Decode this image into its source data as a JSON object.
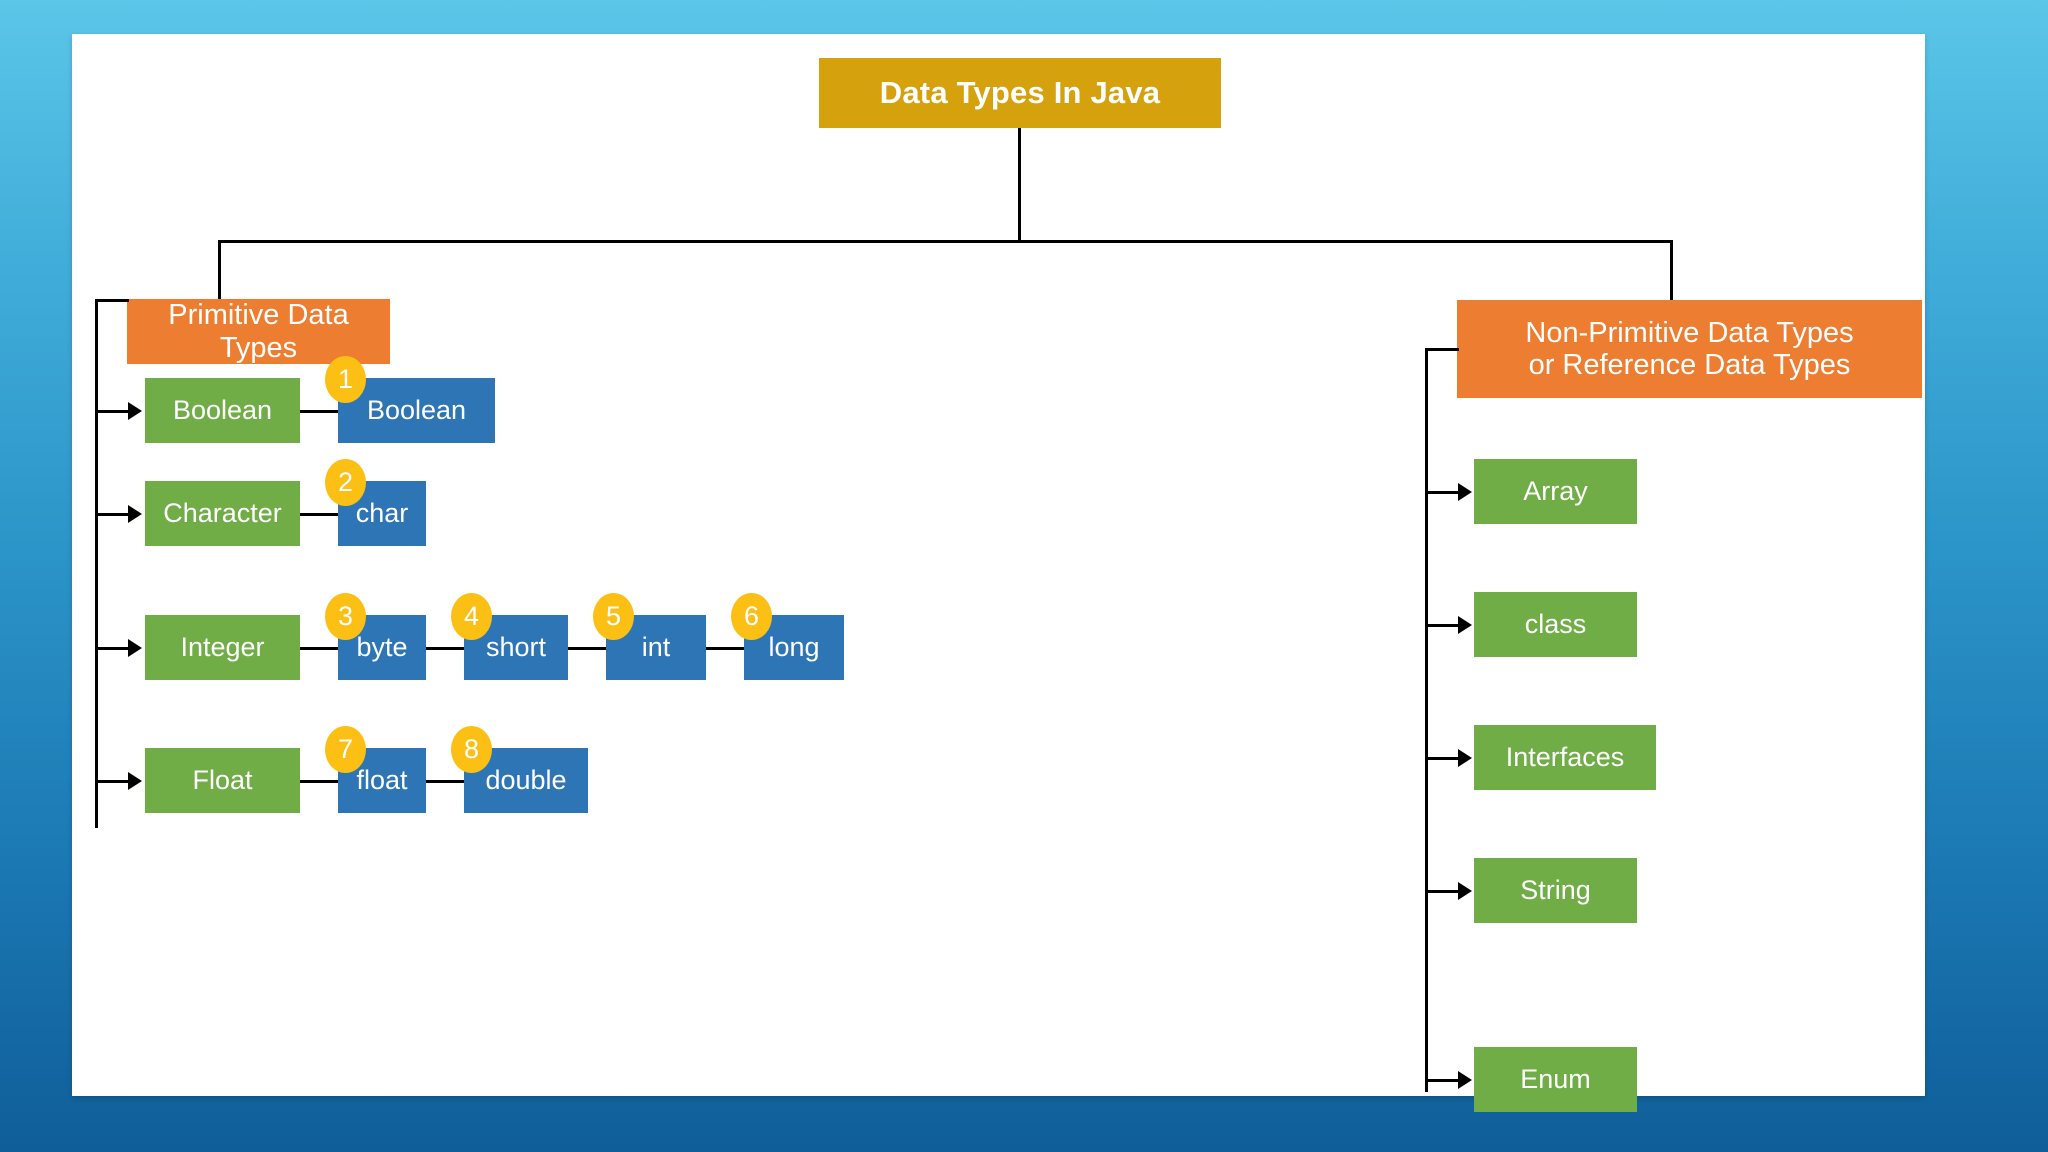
{
  "theme": {
    "background_top": "#5BC6E8",
    "background_bottom": "#0F5E99",
    "card": "#FFFFFF",
    "title_color": "#D5A10C",
    "category_color": "#ED7D31",
    "green": "#70AD47",
    "blue": "#2E75B6",
    "badge": "#FCBF13",
    "line": "#000000"
  },
  "diagram": {
    "title": "Data Types In Java",
    "primitive": {
      "heading": "Primitive Data Types",
      "groups": [
        {
          "name": "Boolean",
          "types": [
            {
              "label": "Boolean",
              "number": "1"
            }
          ]
        },
        {
          "name": "Character",
          "types": [
            {
              "label": "char",
              "number": "2"
            }
          ]
        },
        {
          "name": "Integer",
          "types": [
            {
              "label": "byte",
              "number": "3"
            },
            {
              "label": "short",
              "number": "4"
            },
            {
              "label": "int",
              "number": "5"
            },
            {
              "label": "long",
              "number": "6"
            }
          ]
        },
        {
          "name": "Float",
          "types": [
            {
              "label": "float",
              "number": "7"
            },
            {
              "label": "double",
              "number": "8"
            }
          ]
        }
      ]
    },
    "non_primitive": {
      "heading_line1": "Non-Primitive Data Types",
      "heading_line2": "or Reference Data Types",
      "items": [
        {
          "label": "Array"
        },
        {
          "label": "class"
        },
        {
          "label": "Interfaces"
        },
        {
          "label": "String"
        },
        {
          "label": "Enum"
        }
      ]
    }
  }
}
